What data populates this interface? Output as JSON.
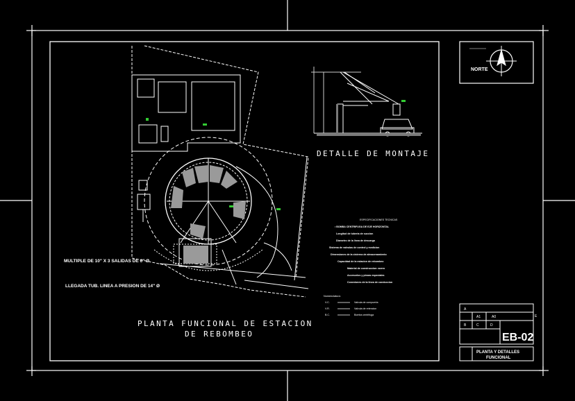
{
  "sheet": {
    "north_label": "NORTE",
    "sheet_number": "EB-02",
    "title_line1": "PLANTA Y DETALLES",
    "title_line2": "FUNCIONAL",
    "title_block_small": [
      "A",
      "A1",
      "A0",
      "B",
      "C",
      "D",
      "E"
    ]
  },
  "plan": {
    "title_line1": "PLANTA FUNCIONAL DE ESTACION",
    "title_line2": "DE REBOMBEO",
    "label_manifold": "MULTIPLE DE 10\" X 3 SALIDAS DE 6\" Ø",
    "label_inlet": "LLEGADA TUB. LINEA A PRESION DE 14\" Ø"
  },
  "detail": {
    "title": "DETALLE DE MONTAJE"
  },
  "notes": {
    "heading": "ESPECIFICACIONES TECNICAS",
    "lines": [
      "• BOMBA CENTRIFUGA DE EJE HORIZONTAL",
      "Longitud de tuberia de succion",
      "Diametro de la linea de descarga",
      "Sistema de valvulas de control y medicion",
      "Dimensiones de la cisterna de almacenamiento",
      "Capacidad de la estacion de rebombeo",
      "Material de construccion: acero",
      "Accesorios y piezas especiales",
      "Conexiones de la linea de conduccion"
    ],
    "legend_heading": "Nomenclatura:",
    "legend": [
      {
        "key": "V.C.",
        "text": "Valvula de compuerta"
      },
      {
        "key": "V.R.",
        "text": "Valvula de retencion"
      },
      {
        "key": "B.C.",
        "text": "Bomba centrifuga"
      }
    ]
  },
  "colors": {
    "background": "#000000",
    "frame": "#ffffff",
    "plan_lines": "#ffffff",
    "accent_green": "#33cc33",
    "dimension_lines": "#d8d8d8"
  }
}
